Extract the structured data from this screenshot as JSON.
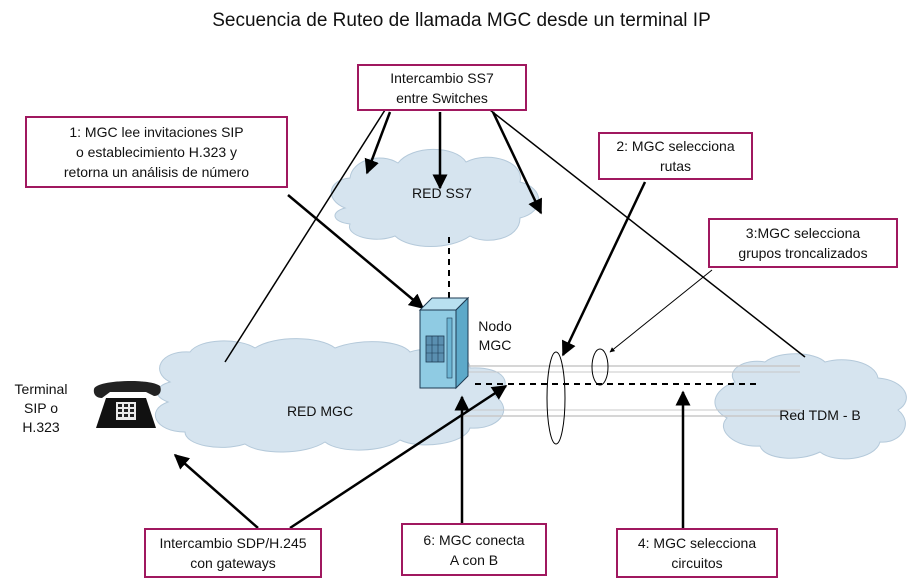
{
  "title": "Secuencia de Ruteo de llamada MGC  desde un terminal IP",
  "callouts": {
    "ss7_exchange": [
      "Intercambio SS7",
      "entre Switches"
    ],
    "step1": [
      "1: MGC lee  invitaciones SIP",
      "o establecimiento H.323  y",
      "retorna un análisis de número"
    ],
    "step2": [
      "2: MGC selecciona",
      "rutas"
    ],
    "step3": [
      "3:MGC selecciona",
      "grupos troncalizados"
    ],
    "sdp_exchange": [
      "Intercambio SDP/H.245",
      "con gateways"
    ],
    "step6": [
      "6: MGC conecta",
      "A con B"
    ],
    "step4": [
      "4: MGC selecciona",
      "circuitos"
    ]
  },
  "labels": {
    "red_ss7": "RED SS7",
    "red_mgc": "RED MGC",
    "red_tdm": "Red TDM - B",
    "nodo": [
      "Nodo",
      "MGC"
    ],
    "terminal": [
      "Terminal",
      "SIP o",
      "H.323"
    ]
  },
  "colors": {
    "box_border": "#a0185f",
    "cloud_fill": "#d6e4ef",
    "cloud_edge": "#b4c9da",
    "server_fill": "#8fcbe3"
  },
  "icons": [
    "telephone-icon",
    "server-icon"
  ]
}
